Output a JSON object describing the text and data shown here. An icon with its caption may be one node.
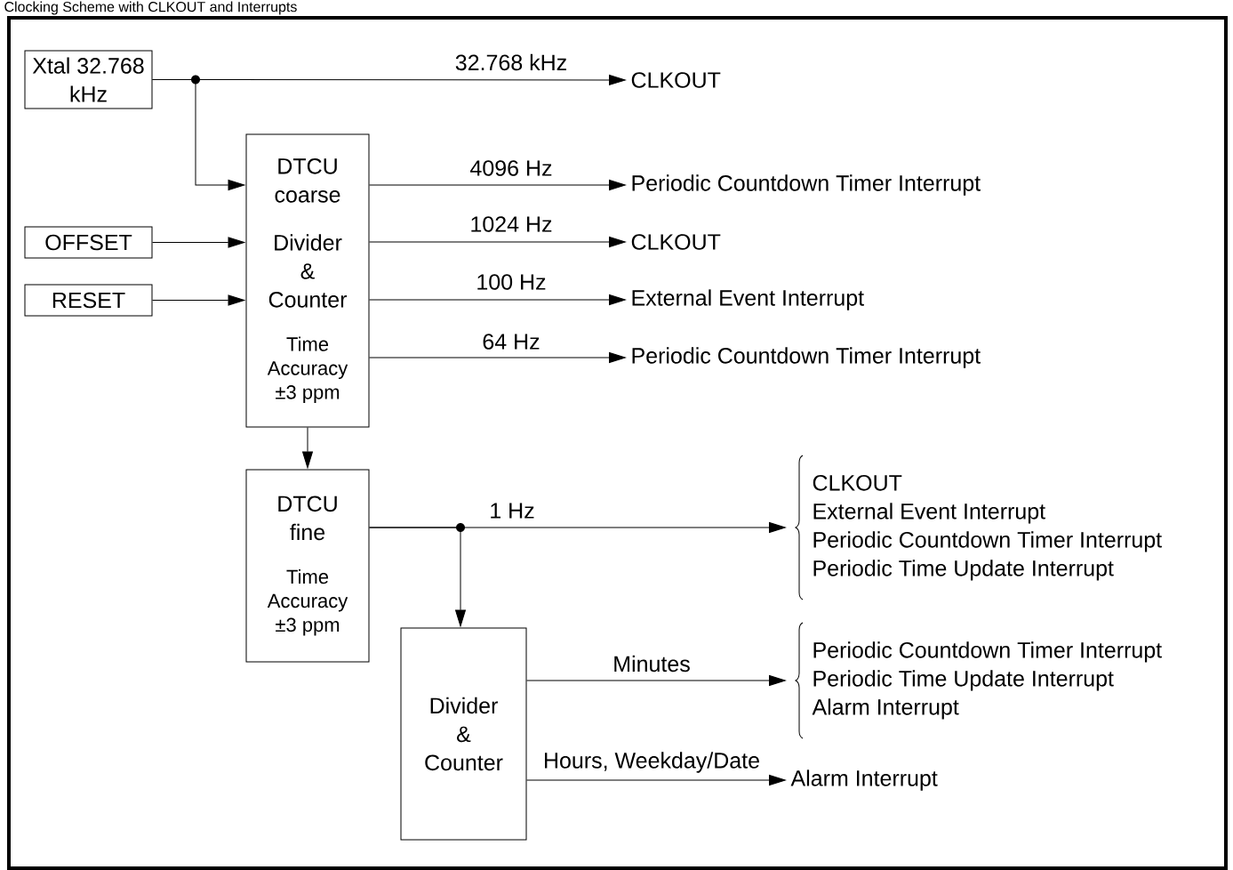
{
  "diagram": {
    "title": "Clocking Scheme with CLKOUT and Interrupts",
    "nodes": [
      {
        "text": [
          "Xtal 32.768 kHz"
        ]
      },
      {
        "text": [
          "DTCU coarse",
          "Divider & Counter",
          "Time Accuracy ±3 ppm"
        ]
      },
      {
        "text": [
          "OFFSET"
        ]
      },
      {
        "text": [
          "RESET"
        ]
      },
      {
        "text": [
          "CLKOUT"
        ]
      },
      {
        "text": [
          "Periodic Countdown Timer Interrupt"
        ]
      },
      {
        "text": [
          "CLKOUT"
        ]
      },
      {
        "text": [
          "External Event Interrupt"
        ]
      },
      {
        "text": [
          "Periodic Countdown Timer Interrupt"
        ]
      },
      {
        "text": [
          "DTCU fine",
          "Time Accuracy ±3 ppm"
        ]
      },
      {
        "text": [
          "CLKOUT",
          "External Event Interrupt",
          "Periodic Countdown Timer Interrupt",
          "Periodic Time Update Interrupt"
        ]
      },
      {
        "text": [
          "Divider & Counter"
        ]
      },
      {
        "text": [
          "Periodic Countdown Timer Interrupt",
          "Periodic Time Update Interrupt",
          "Alarm Interrupt"
        ]
      },
      {
        "text": [
          "Alarm Interrupt"
        ]
      }
    ],
    "edges": [
      {
        "from": 0,
        "to": 4,
        "arrow": "to",
        "label": "32.768 kHz"
      },
      {
        "from": 0,
        "to": 1,
        "arrow": "to"
      },
      {
        "from": 1,
        "to": 5,
        "arrow": "to",
        "label": "4096 Hz"
      },
      {
        "from": 2,
        "to": 1,
        "arrow": "to"
      },
      {
        "from": 1,
        "to": 6,
        "arrow": "to",
        "label": "1024 Hz"
      },
      {
        "from": 3,
        "to": 1,
        "arrow": "to"
      },
      {
        "from": 1,
        "to": 7,
        "arrow": "to",
        "label": "100 Hz"
      },
      {
        "from": 1,
        "to": 8,
        "arrow": "to",
        "label": "64 Hz"
      },
      {
        "from": 1,
        "to": 9,
        "arrow": "to"
      },
      {
        "from": 9,
        "to": 10,
        "arrow": "to",
        "label": "1 Hz"
      },
      {
        "from": 9,
        "to": 11,
        "arrow": "to"
      },
      {
        "from": 11,
        "to": 12,
        "arrow": "to",
        "label": "Minutes"
      },
      {
        "from": 11,
        "to": 13,
        "arrow": "to",
        "label": "Hours, Weekday/Date"
      }
    ]
  }
}
